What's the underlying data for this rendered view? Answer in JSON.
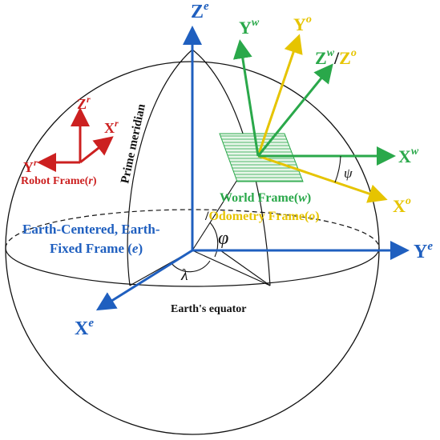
{
  "colors": {
    "earth": "#1f5fbf",
    "robot": "#cc2020",
    "world": "#2aa84a",
    "odometry": "#e6c400",
    "outline": "#111111"
  },
  "earth_frame": {
    "z_axis": "Z",
    "z_sup": "e",
    "y_axis": "Y",
    "y_sup": "e",
    "x_axis": "X",
    "x_sup": "e",
    "name_line1": "Earth-Centered, Earth-",
    "name_line2_prefix": "Fixed Frame (",
    "name_line2_var": "e",
    "name_line2_suffix": ")"
  },
  "robot_frame": {
    "z_axis": "Z",
    "z_sup": "r",
    "x_axis": "X",
    "x_sup": "r",
    "y_axis": "Y",
    "y_sup": "r",
    "name_prefix": "Robot Frame(",
    "name_var": "r",
    "name_suffix": ")"
  },
  "world_frame": {
    "y_axis": "Y",
    "y_sup": "w",
    "z_axis": "Z",
    "z_sup": "w",
    "x_axis": "X",
    "x_sup": "w",
    "name_prefix": "World Frame(",
    "name_var": "w",
    "name_suffix": ")"
  },
  "odometry_frame": {
    "y_axis": "Y",
    "y_sup": "o",
    "z_axis": "Z",
    "z_sup": "o",
    "x_axis": "X",
    "x_sup": "o",
    "slash": "/",
    "name_prefix": "Odometry Frame(",
    "name_var": "o",
    "name_suffix": ")"
  },
  "labels": {
    "prime_meridian": "Prime meridian",
    "equator": "Earth's equator",
    "latitude": "φ",
    "longitude": "λ",
    "heading": "ψ"
  }
}
